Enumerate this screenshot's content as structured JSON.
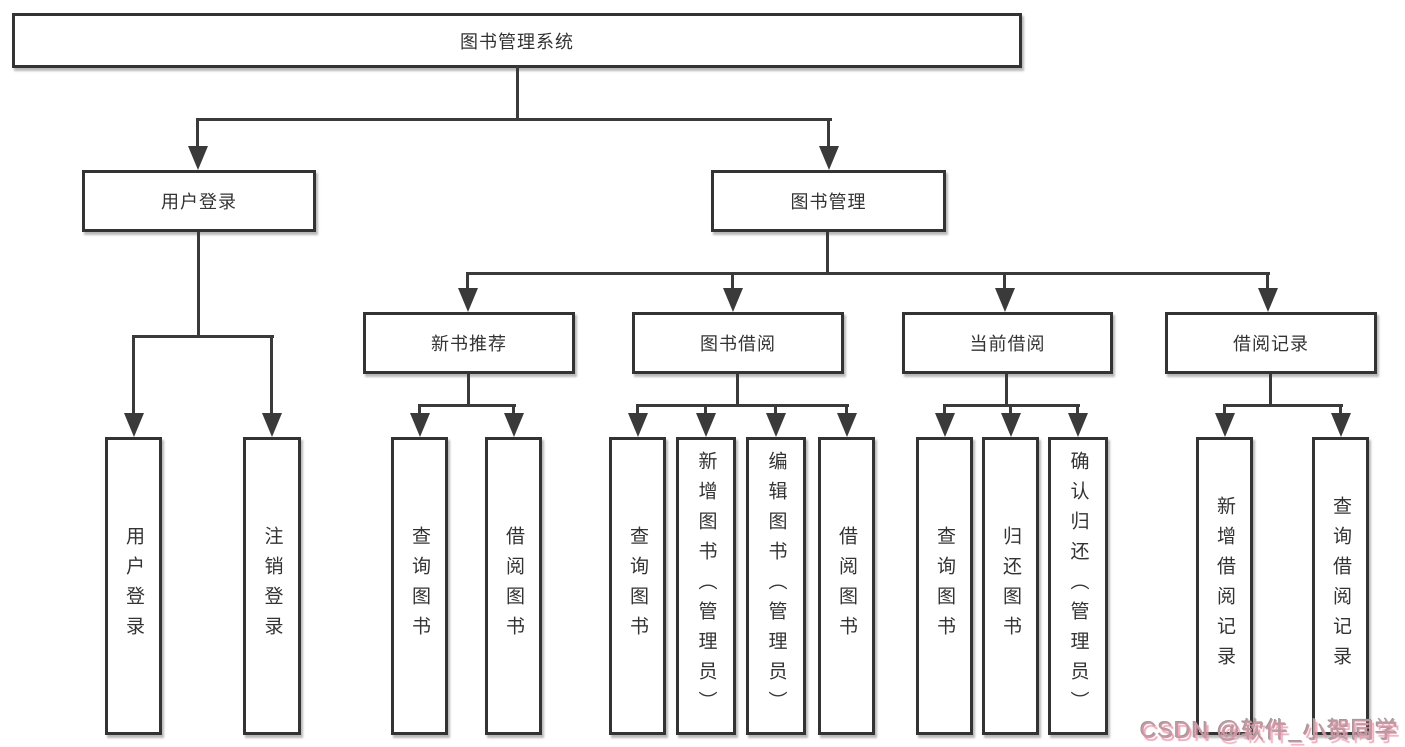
{
  "diagram": {
    "root": {
      "label": "图书管理系统"
    },
    "branches": [
      {
        "label": "用户登录",
        "leaves": [
          {
            "label": "用户登录"
          },
          {
            "label": "注销登录"
          }
        ]
      },
      {
        "label": "图书管理",
        "groups": [
          {
            "label": "新书推荐",
            "leaves": [
              {
                "label": "查询图书"
              },
              {
                "label": "借阅图书"
              }
            ]
          },
          {
            "label": "图书借阅",
            "leaves": [
              {
                "label": "查询图书"
              },
              {
                "label": "新增图书（管理员）"
              },
              {
                "label": "编辑图书（管理员）"
              },
              {
                "label": "借阅图书"
              }
            ]
          },
          {
            "label": "当前借阅",
            "leaves": [
              {
                "label": "查询图书"
              },
              {
                "label": "归还图书"
              },
              {
                "label": "确认归还（管理员）"
              }
            ]
          },
          {
            "label": "借阅记录",
            "leaves": [
              {
                "label": "新增借阅记录"
              },
              {
                "label": "查询借阅记录"
              }
            ]
          }
        ]
      }
    ]
  },
  "watermark": {
    "text": "CSDN @软件_小贺同学"
  },
  "colors": {
    "line": "#3a3a3a",
    "box_border": "#333333",
    "box_background": "#ffffff",
    "text": "#333333",
    "page_background": "#ffffff",
    "watermark_pink": "#f596ad",
    "watermark_gray": "#9a9a9a"
  }
}
